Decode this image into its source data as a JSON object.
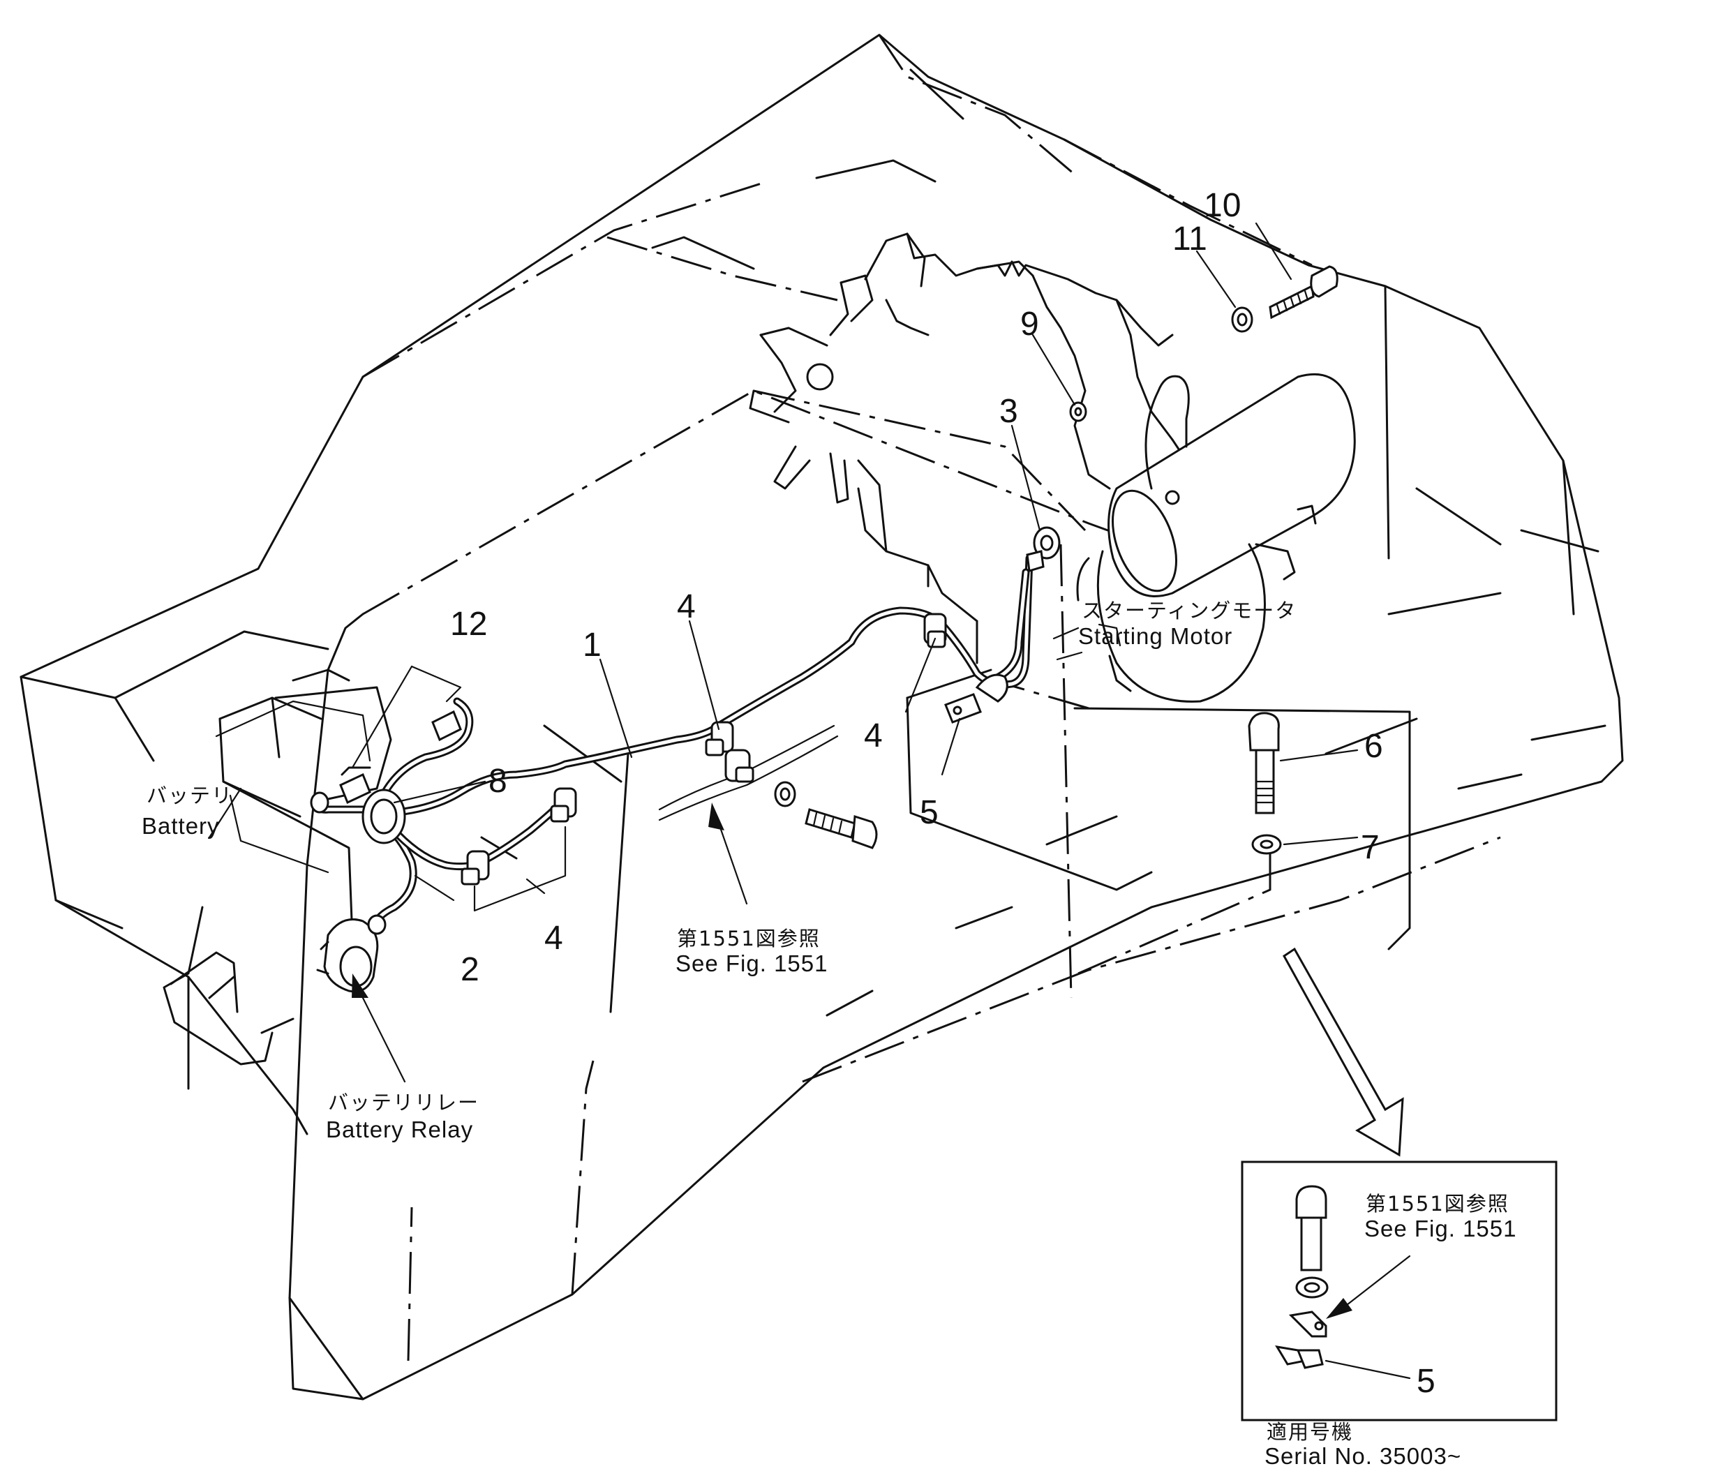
{
  "callouts": {
    "c1": "1",
    "c2": "2",
    "c3": "3",
    "c4a": "4",
    "c4b": "4",
    "c4c": "4",
    "c5a": "5",
    "c5b": "5",
    "c6": "6",
    "c7": "7",
    "c8": "8",
    "c9": "9",
    "c10": "10",
    "c11": "11",
    "c12": "12"
  },
  "labels": {
    "battery_jp": "バッテリ",
    "battery_en": "Battery",
    "relay_jp": "バッテリリレー",
    "relay_en": "Battery Relay",
    "motor_jp": "スターティングモータ",
    "motor_en": "Starting Motor",
    "ref_main_jp": "第1551図参照",
    "ref_main_en": "See Fig. 1551",
    "ref_inset_jp": "第1551図参照",
    "ref_inset_en": "See Fig. 1551",
    "serial_jp": "適用号機",
    "serial_en": "Serial No. 35003~"
  }
}
